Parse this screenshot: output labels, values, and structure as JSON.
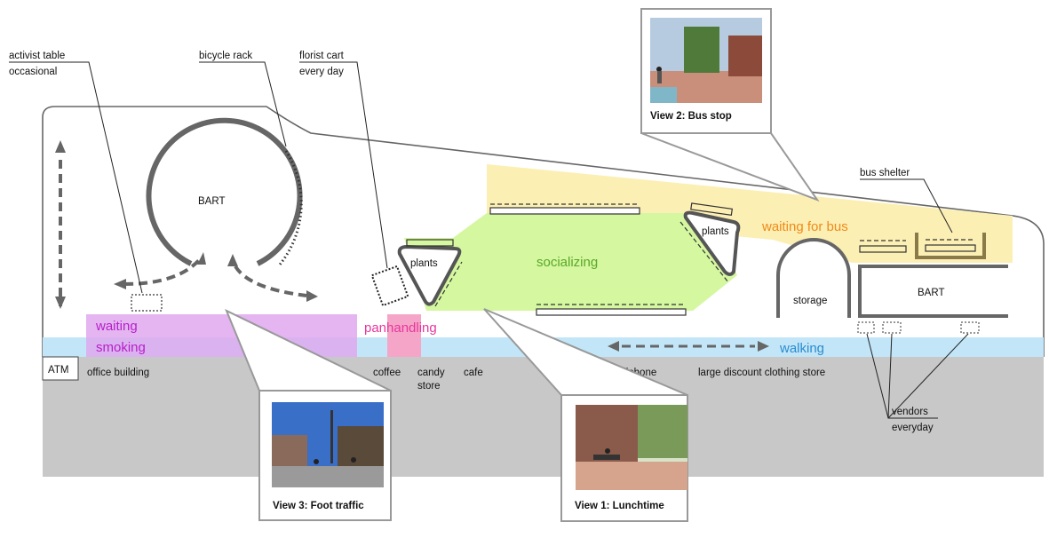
{
  "callouts": {
    "activist_table": {
      "line1": "activist table",
      "line2": "occasional"
    },
    "bicycle_rack": {
      "line1": "bicycle rack"
    },
    "florist_cart": {
      "line1": "florist cart",
      "line2": "every day"
    },
    "bus_shelter": {
      "line1": "bus shelter"
    },
    "vendors": {
      "line1": "vendors",
      "line2": "everyday"
    }
  },
  "map": {
    "bart_left": "BART",
    "bart_right": "BART",
    "plants_left": "plants",
    "plants_right": "plants",
    "storage": "storage",
    "atm": "ATM"
  },
  "zones": {
    "waiting": {
      "label": "waiting",
      "color": "#b71fc9"
    },
    "smoking": {
      "label": "smoking",
      "color": "#b71fc9"
    },
    "panhandling": {
      "label": "panhandling",
      "color": "#e8369e"
    },
    "socializing": {
      "label": "socializing",
      "color": "#5aa828"
    },
    "waiting_for_bus": {
      "label": "waiting for bus",
      "color": "#f08a18"
    },
    "walking": {
      "label": "walking",
      "color": "#2a8bd0"
    }
  },
  "storefronts": {
    "office_building": "office building",
    "coffee": "coffee",
    "candy_line1": "candy",
    "candy_line2": "store",
    "cafe": "cafe",
    "cellphone": "cellphone",
    "clothing": "large discount clothing store"
  },
  "views": {
    "view1": "View 1: Lunchtime",
    "view2": "View 2: Bus stop",
    "view3": "View 3: Foot traffic"
  },
  "colors": {
    "outline": "#666666",
    "sidewalk_gray": "#c8c8c8",
    "walking_band": "#c2e6f8",
    "socializing_fill": "#d4f7a0",
    "bus_wait_fill": "#fcefb4",
    "waiting_fill": "#dfa8ee",
    "panhandling_fill": "#f5a6c8"
  }
}
